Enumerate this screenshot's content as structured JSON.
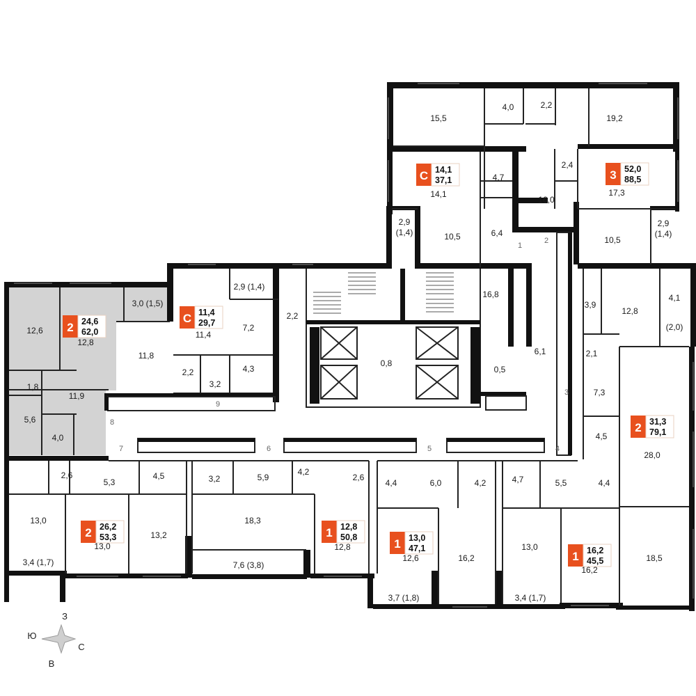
{
  "colors": {
    "accent": "#e8501e",
    "highlight_unit": "#d3d3d3",
    "walls": "#111111"
  },
  "units": [
    {
      "type": "2",
      "living": "24,6",
      "total": "62,0"
    },
    {
      "type": "С",
      "living": "11,4",
      "total": "29,7"
    },
    {
      "type": "С",
      "living": "14,1",
      "total": "37,1"
    },
    {
      "type": "3",
      "living": "52,0",
      "total": "88,5"
    },
    {
      "type": "2",
      "living": "31,3",
      "total": "79,1"
    },
    {
      "type": "2",
      "living": "26,2",
      "total": "53,3"
    },
    {
      "type": "1",
      "living": "12,8",
      "total": "50,8"
    },
    {
      "type": "1",
      "living": "13,0",
      "total": "47,1"
    },
    {
      "type": "1",
      "living": "16,2",
      "total": "45,5"
    }
  ],
  "rooms": [
    "15,5",
    "4,0",
    "2,2",
    "19,2",
    "14,1",
    "4,7",
    "2,4",
    "17,3",
    "16,0",
    "2,9",
    "(1,4)",
    "10,5",
    "6,4",
    "10,5",
    "2,9",
    "(1,4)",
    "16,8",
    "2,9 (1,4)",
    "3,0 (1,5)",
    "12,6",
    "12,8",
    "11,8",
    "7,2",
    "11,4",
    "2,2",
    "3,9",
    "12,8",
    "4,1",
    "(2,0)",
    "0,8",
    "0,5",
    "6,1",
    "2,2",
    "3,2",
    "4,3",
    "1,8",
    "11,9",
    "5,6",
    "4,0",
    "2,1",
    "7,3",
    "4,5",
    "28,0",
    "2,6",
    "5,3",
    "4,5",
    "3,2",
    "5,9",
    "4,2",
    "2,6",
    "4,4",
    "6,0",
    "4,2",
    "4,7",
    "5,5",
    "4,4",
    "13,0",
    "13,0",
    "13,2",
    "18,3",
    "12,8",
    "12,6",
    "16,2",
    "13,0",
    "16,2",
    "18,5",
    "3,4 (1,7)",
    "7,6 (3,8)",
    "3,7 (1,8)",
    "3,4 (1,7)"
  ],
  "doors": [
    "1",
    "2",
    "3",
    "4",
    "5",
    "6",
    "7",
    "8",
    "9"
  ],
  "compass": {
    "n": "З",
    "w": "Ю",
    "e": "С",
    "s": "В"
  }
}
